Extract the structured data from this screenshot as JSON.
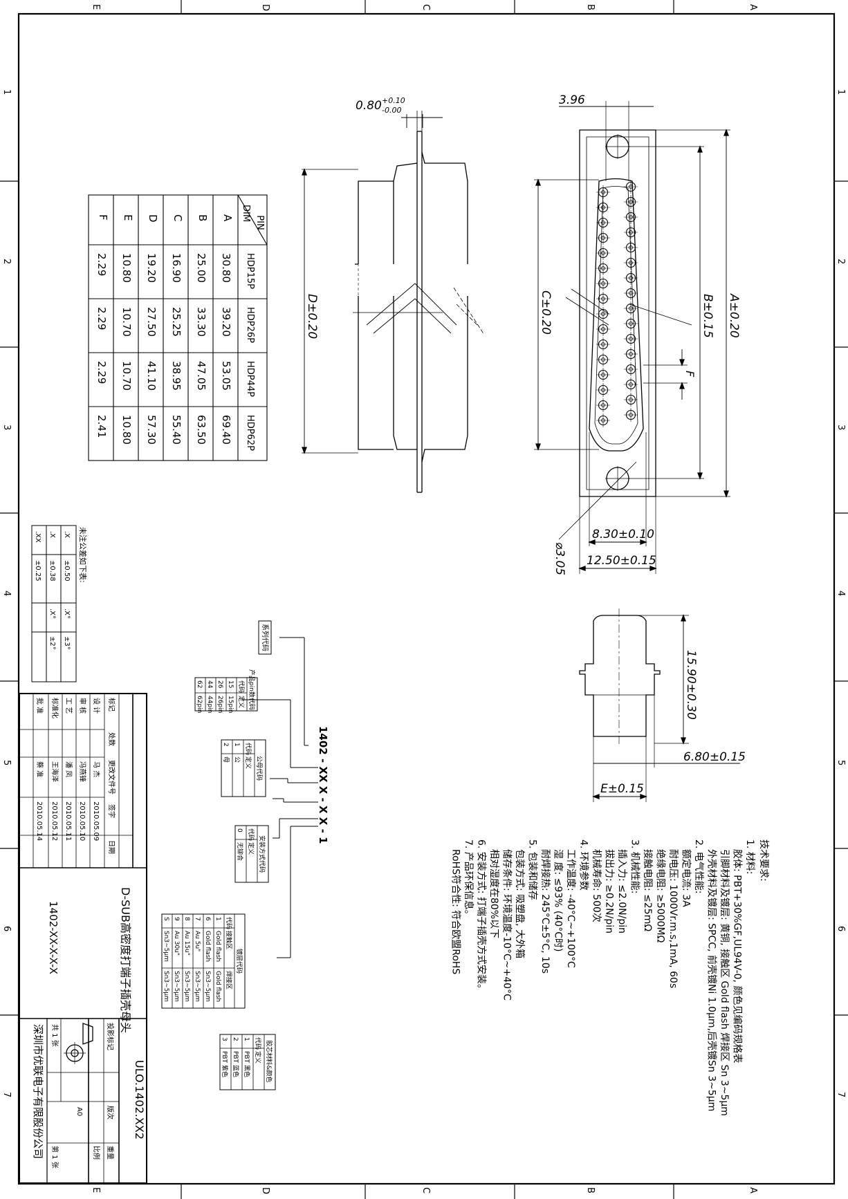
{
  "frame": {
    "zones_top_bottom": [
      "E",
      "D",
      "C",
      "B",
      "A"
    ],
    "zones_side": [
      "1",
      "2",
      "3",
      "4",
      "5",
      "6",
      "7"
    ]
  },
  "dimension_table": {
    "corner_pin": "PIN",
    "corner_dim": "DIM",
    "columns": [
      "HDP15P",
      "HDP26P",
      "HDP44P",
      "HDP62P"
    ],
    "rows": [
      {
        "dim": "A",
        "values": [
          "30.80",
          "39.20",
          "53.05",
          "69.40"
        ]
      },
      {
        "dim": "B",
        "values": [
          "25.00",
          "33.30",
          "47.05",
          "63.50"
        ]
      },
      {
        "dim": "C",
        "values": [
          "16.90",
          "25.25",
          "38.95",
          "55.40"
        ]
      },
      {
        "dim": "D",
        "values": [
          "19.20",
          "27.50",
          "41.10",
          "57.30"
        ]
      },
      {
        "dim": "E",
        "values": [
          "10.80",
          "10.70",
          "10.70",
          "10.80"
        ]
      },
      {
        "dim": "F",
        "values": [
          "2.29",
          "2.29",
          "2.29",
          "2.41"
        ]
      }
    ]
  },
  "dimensions": {
    "shell_thickness": "0.80",
    "shell_tol_plus": "+0.10",
    "shell_tol_minus": "-0.00",
    "d": "D±0.20",
    "c": "C±0.20",
    "b": "B±0.15",
    "a": "A±0.20",
    "f": "F",
    "w396": "3.96",
    "w830": "8.30±0.10",
    "w1250": "12.50±0.15",
    "hole": "⌀3.05",
    "h1590": "15.90±0.30",
    "w680": "6.80±0.15",
    "e": "E±0.15"
  },
  "tolerance_table": {
    "title": "未注公差如下表:",
    "rows": [
      [
        ".X",
        "±0.50",
        ".X°",
        "±3°"
      ],
      [
        ".X",
        "±0.38",
        ".X°",
        "±2°"
      ],
      [
        ".XX",
        "±0.25",
        "",
        ""
      ]
    ]
  },
  "part_code": {
    "line1": "1402 - XX X - X X - 1",
    "series_label": "系列代码",
    "pin_table": {
      "title": "产品pin数代码",
      "headers": [
        "代码",
        "定义"
      ],
      "rows": [
        [
          "15",
          "15pin"
        ],
        [
          "26",
          "26pin"
        ],
        [
          "44",
          "44pin"
        ],
        [
          "62",
          "62pin"
        ]
      ]
    },
    "gender_table": {
      "title": "公母代码",
      "headers": [
        "代码",
        "定义"
      ],
      "rows": [
        [
          "1",
          "公"
        ],
        [
          "2",
          "母"
        ]
      ]
    },
    "mount_table": {
      "title": "安装方式代码",
      "headers": [
        "代码",
        "定义"
      ],
      "rows": [
        [
          "0",
          "无铆合"
        ]
      ]
    },
    "plating_table": {
      "title": "镀层代码",
      "headers": [
        "代码",
        "接触区",
        "焊接区"
      ],
      "rows": [
        [
          "1",
          "Gold flash",
          "Gold flash"
        ],
        [
          "6",
          "Gold flash",
          "Sn3~5μm"
        ],
        [
          "7",
          "Au 5u\"",
          "Sn3~5μm"
        ],
        [
          "8",
          "Au 15u\"",
          "Sn3~5μm"
        ],
        [
          "9",
          "Au 30u\"",
          "Sn3~5μm"
        ],
        [
          "S",
          "Sn3~5μm",
          "Sn3~5μm"
        ]
      ]
    },
    "insulator_table": {
      "title": "胶芯材料&颜色",
      "headers": [
        "代码",
        "定义"
      ],
      "rows": [
        [
          "1",
          "PBT 黑色"
        ],
        [
          "2",
          "PBT 蓝色"
        ],
        [
          "3",
          "PBT 紫色"
        ]
      ]
    }
  },
  "tech_notes": [
    "技术要求:",
    "1. 材料:",
    "   胶体: PBT+30%GF,UL94V-0, 颜色见编码规格表",
    "   引脚材料及镀层: 黄铜, 接触区 Gold flash 焊接区 Sn 3~5μm",
    "   外壳材料及镀层: SPCC, 前壳镀Ni 1.0μm,后壳镀Sn 3~5μm",
    "2. 电气性能:",
    "   额定电流: 3A",
    "   耐电压: 1000Vr.m.s,1mA, 60s",
    "   绝缘电阻: ≥5000MΩ",
    "   接触电阻: ≤25mΩ",
    "3. 机械性能:",
    "   插入力: ≤2.0N/pin",
    "   拔出力: ≥0.2N/pin",
    "   机械寿命: 500次",
    "4. 环境参数",
    "   工作温度: -40°C~+100°C",
    "   湿    度: ≤93% (40°C时)",
    "   耐焊接热: 245°C±5°C, 10s",
    "5. 包装和储存",
    "   包装方式: 吸塑盘, 大外箱",
    "   储存条件: 环境温度-10°C~+40°C",
    "             相对湿度在80%以下",
    "6. 安装方式: 打端子插壳方式安装。",
    "7. 产品环保信息。",
    "   RoHS符合性: 符合欧盟RoHS"
  ],
  "title_block": {
    "drawing_no": "ULO.1402.XX2",
    "title": "D-SUB高密度打端子插壳母头",
    "part_no": "1402-XX-X-X-X",
    "company": "深圳市优联电子有限股份公司",
    "header_cols": [
      "标记",
      "处数",
      "更改文件号",
      "签字",
      "日期"
    ],
    "sign_rows": [
      [
        "设 计",
        "马 杰",
        "2010.05.09"
      ],
      [
        "审 核",
        "冯燕锋",
        "2010.05.10"
      ],
      [
        "工 艺",
        "潘 凤",
        "2010.05.11"
      ],
      [
        "标准化",
        "王海泽",
        "2010.05.12"
      ],
      [
        "批 准",
        "蔡 准",
        "2010.05.14"
      ]
    ],
    "stage_label": "投影标记",
    "version_label": "版次",
    "weight_label": "重量",
    "scale_label": "比例",
    "size": "A0",
    "sheets": "共 1 张",
    "sheet_no": "第 1 张"
  }
}
